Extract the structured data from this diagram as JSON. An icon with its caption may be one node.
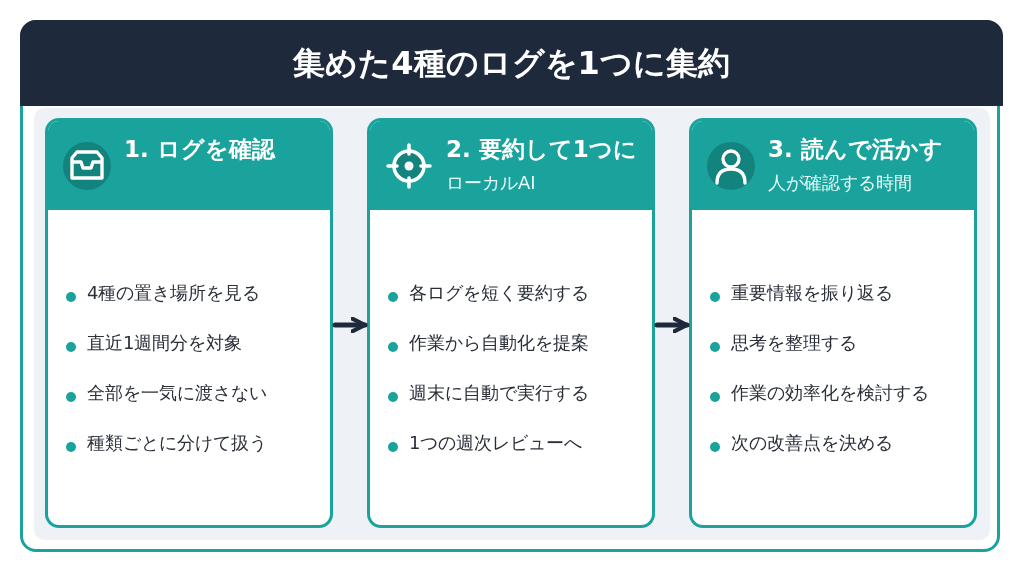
{
  "diagram": {
    "title": "集めた4種のログを1つに集約",
    "nodes": [
      {
        "text": [
          "1. ログを確認",
          "4種の置き場所を見る",
          "直近1週間分を対象",
          "全部を一気に渡さない",
          "種類ごとに分けて扱う"
        ]
      },
      {
        "text": [
          "2. 要約して1つに",
          "ローカルAI",
          "各ログを短く要約する",
          "作業から自動化を提案",
          "週末に自動で実行する",
          "1つの週次レビューへ"
        ]
      },
      {
        "text": [
          "3. 読んで活かす",
          "人が確認する時間",
          "重要情報を振り返る",
          "思考を整理する",
          "作業の効率化を検討する",
          "次の改善点を決める"
        ]
      }
    ],
    "edges": [
      {
        "from": 0,
        "to": 1,
        "arrow": "to"
      },
      {
        "from": 1,
        "to": 2,
        "arrow": "to"
      }
    ]
  }
}
